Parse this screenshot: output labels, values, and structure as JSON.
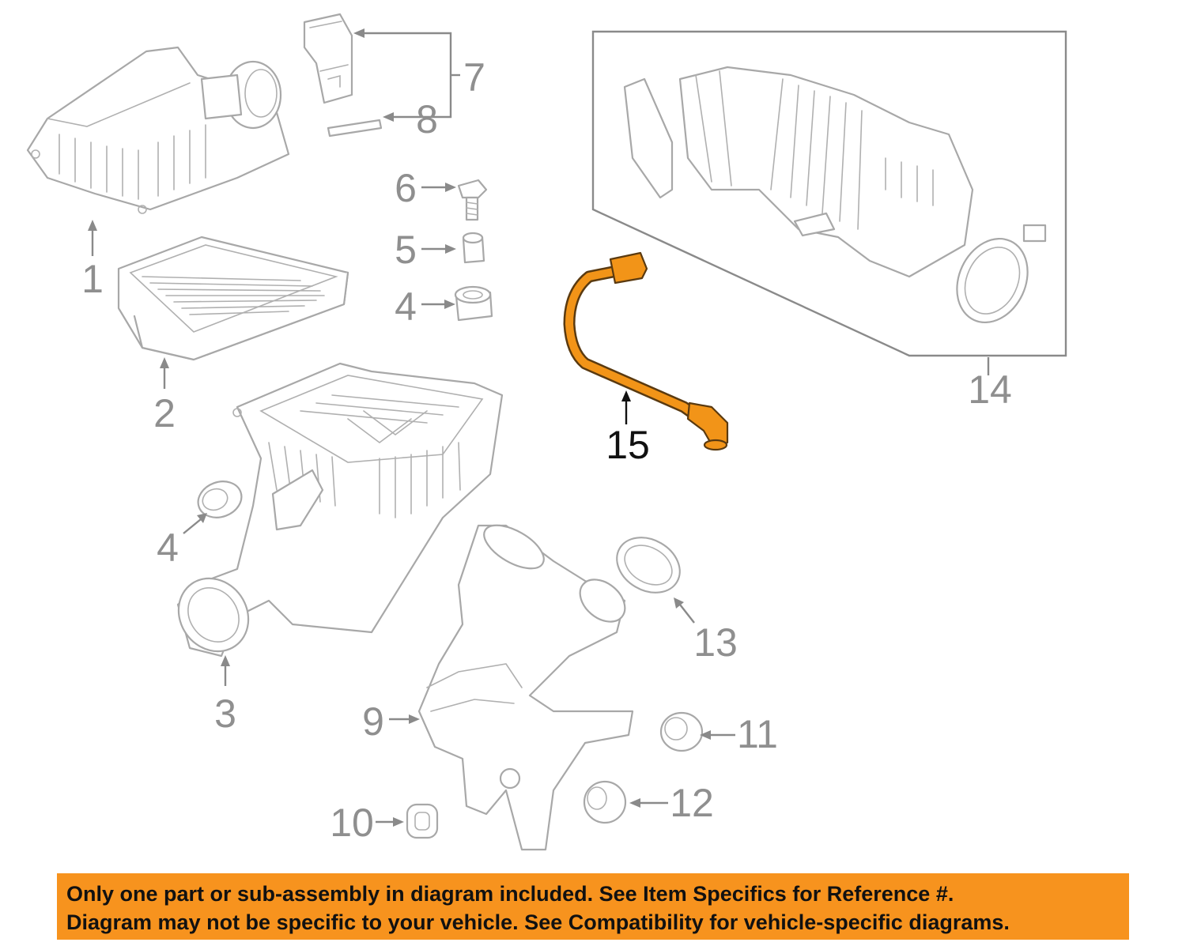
{
  "diagram": {
    "callouts": {
      "c1": "1",
      "c2": "2",
      "c3": "3",
      "c4a": "4",
      "c4b": "4",
      "c5": "5",
      "c6": "6",
      "c7": "7",
      "c8": "8",
      "c9": "9",
      "c10": "10",
      "c11": "11",
      "c12": "12",
      "c13": "13",
      "c14": "14",
      "c15": "15"
    },
    "highlighted_part": "15",
    "colors": {
      "highlight": "#f29418",
      "outline": "#a8a8a8",
      "banner": "#f7931e"
    }
  },
  "disclaimer": {
    "line1": "Only one part or sub-assembly in diagram included. See Item Specifics for Reference #.",
    "line2": "Diagram may not be specific to your vehicle. See Compatibility for vehicle-specific diagrams."
  }
}
